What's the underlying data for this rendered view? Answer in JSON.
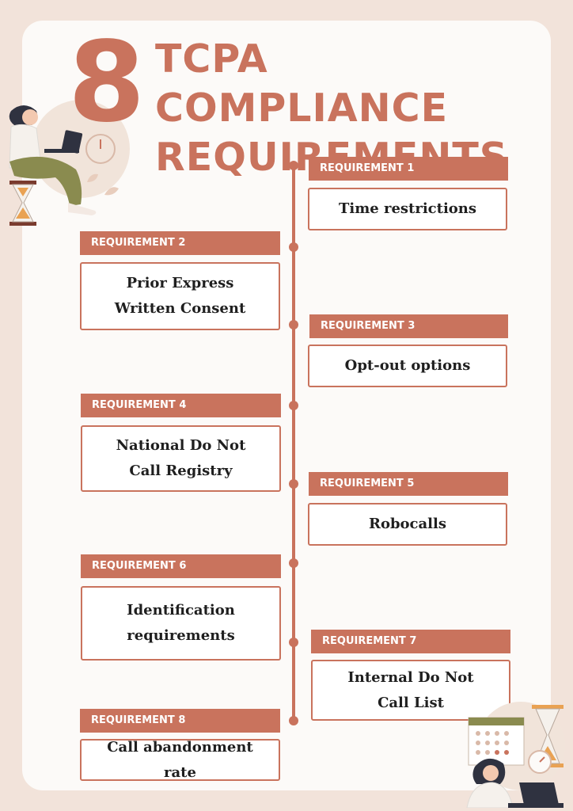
{
  "header": {
    "number": "8",
    "title_line1": "TCPA COMPLIANCE",
    "title_line2": "REQUIREMENTS"
  },
  "requirements": [
    {
      "label": "REQUIREMENT 1",
      "text": "Time restrictions"
    },
    {
      "label": "REQUIREMENT 2",
      "text": "Prior Express Written Consent"
    },
    {
      "label": "REQUIREMENT 3",
      "text": "Opt-out options"
    },
    {
      "label": "REQUIREMENT 4",
      "text": "National Do Not Call Registry"
    },
    {
      "label": "REQUIREMENT 5",
      "text": "Robocalls"
    },
    {
      "label": "REQUIREMENT 6",
      "text": "Identification requirements"
    },
    {
      "label": "REQUIREMENT 7",
      "text": "Internal Do Not Call List"
    },
    {
      "label": "REQUIREMENT 8",
      "text": "Call abandonment rate"
    }
  ],
  "colors": {
    "accent": "#c9735d",
    "page_bg": "#f2e3da",
    "card_bg": "#fcfaf8"
  }
}
